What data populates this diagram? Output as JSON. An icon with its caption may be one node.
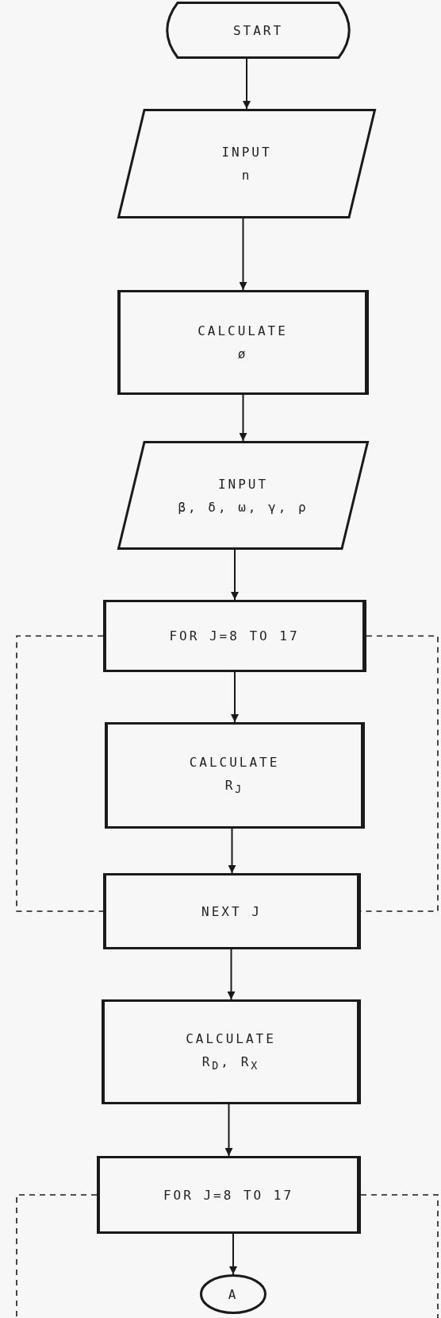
{
  "diagram": {
    "nodes": [
      {
        "text": [
          "START"
        ]
      },
      {
        "text": [
          "INPUT",
          "n"
        ]
      },
      {
        "text": [
          "CALCULATE",
          "ø"
        ]
      },
      {
        "text": [
          "INPUT",
          "β, δ, ω, γ, ρ"
        ]
      },
      {
        "text": [
          "FOR J=8 TO 17"
        ]
      },
      {
        "text": [
          "CALCULATE",
          "R$_{J}$"
        ]
      },
      {
        "text": [
          "NEXT J"
        ]
      },
      {
        "text": [
          "CALCULATE",
          "R$_{D}$, R$_{X}$"
        ]
      },
      {
        "text": [
          "FOR J=8 TO 17"
        ]
      },
      {
        "text": [
          "A"
        ]
      }
    ],
    "edges": [
      {
        "from": 0,
        "to": 1,
        "arrow": "to"
      },
      {
        "from": 1,
        "to": 2,
        "arrow": "to"
      },
      {
        "from": 2,
        "to": 3,
        "arrow": "to"
      },
      {
        "from": 3,
        "to": 4,
        "arrow": "to"
      },
      {
        "from": 4,
        "to": 5,
        "arrow": "to"
      },
      {
        "from": 5,
        "to": 6,
        "arrow": "to"
      },
      {
        "from": 6,
        "to": 7,
        "arrow": "to"
      },
      {
        "from": 7,
        "to": 8,
        "arrow": "to"
      },
      {
        "from": 8,
        "to": 9,
        "arrow": "to"
      },
      {
        "from": 4,
        "to": 6,
        "arrow": "none",
        "style": "dashed"
      },
      {
        "from": 4,
        "to": 6,
        "arrow": "none",
        "style": "dashed"
      },
      {
        "from": 8,
        "to": null,
        "arrow": "none",
        "style": "dashed"
      },
      {
        "from": 8,
        "to": null,
        "arrow": "none",
        "style": "dashed"
      }
    ]
  }
}
